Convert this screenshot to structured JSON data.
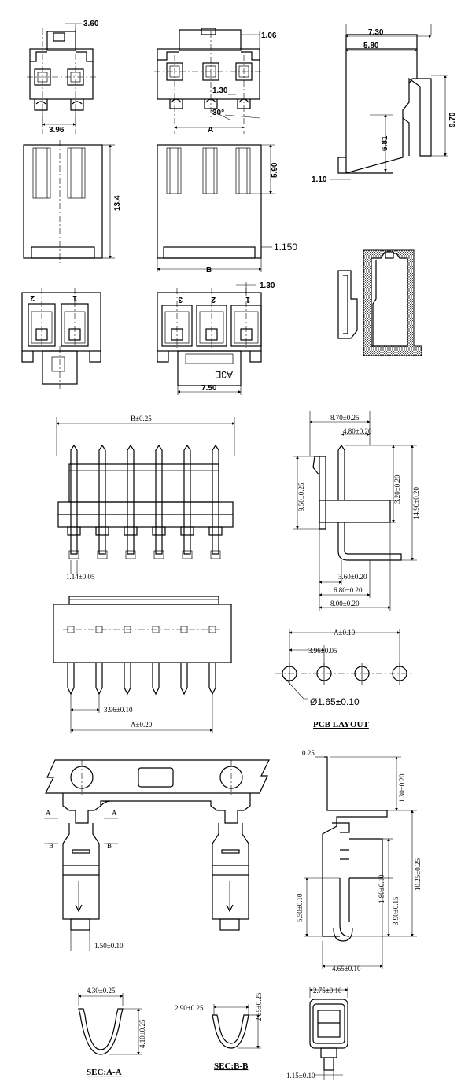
{
  "housing_top": {
    "dim_3_60": "3.60",
    "dim_3_96": "3.96",
    "dim_1_06": "1.06",
    "dim_1_30": "1.30",
    "angle_30": "30°",
    "label_A": "A"
  },
  "housing_mid": {
    "dim_13_4": "13.4",
    "dim_5_90": "5.90",
    "dim_1_150": "1.150",
    "label_B": "B"
  },
  "housing_bottom": {
    "dim_1_30": "1.30",
    "dim_7_50": "7.50",
    "pin_1": "1",
    "pin_2": "2",
    "pin_3": "3",
    "part_mark": "A3E"
  },
  "housing_side": {
    "dim_7_30": "7.30",
    "dim_5_80": "5.80",
    "dim_9_70": "9.70",
    "dim_6_81": "6.81",
    "dim_1_10": "1.10"
  },
  "header_front": {
    "dim_B": "B±0.25",
    "dim_1_14": "1.14±0.05"
  },
  "header_side": {
    "dim_8_70": "8.70±0.25",
    "dim_4_80": "4.80±0.20",
    "dim_9_50": "9.50±0.25",
    "dim_3_20": "3.20±0.20",
    "dim_14_90": "14.90±0.20",
    "dim_3_60": "3.60±0.20",
    "dim_6_80": "6.80±0.20",
    "dim_8_00": "8.00±0.20"
  },
  "header_top": {
    "dim_3_96": "3.96±0.10",
    "dim_A": "A±0.20"
  },
  "pcb": {
    "dim_A": "A±0.10",
    "dim_3_96": "3.96±0.05",
    "hole": "Ø1.65±0.10",
    "title": "PCB LAYOUT"
  },
  "terminal": {
    "sec_a": "A",
    "sec_b": "B",
    "dim_1_50": "1.50±0.10",
    "dim_0_25": "0.25",
    "dim_1_30": "1.30±0.20",
    "dim_10_25": "10.25±0.25",
    "dim_1_80": "1.80±0.10",
    "dim_3_90": "3.90±0.15",
    "dim_5_50": "5.50±0.10",
    "dim_4_65": "4.65±0.10"
  },
  "sections": {
    "aa_width": "4.30±0.25",
    "aa_height": "4.10±0.25",
    "aa_title": "SEC:A-A",
    "bb_width": "2.90±0.25",
    "bb_height": "2.65±0.25",
    "bb_title": "SEC:B-B",
    "end_width": "2.75±0.10",
    "end_bottom": "1.15±0.10"
  }
}
